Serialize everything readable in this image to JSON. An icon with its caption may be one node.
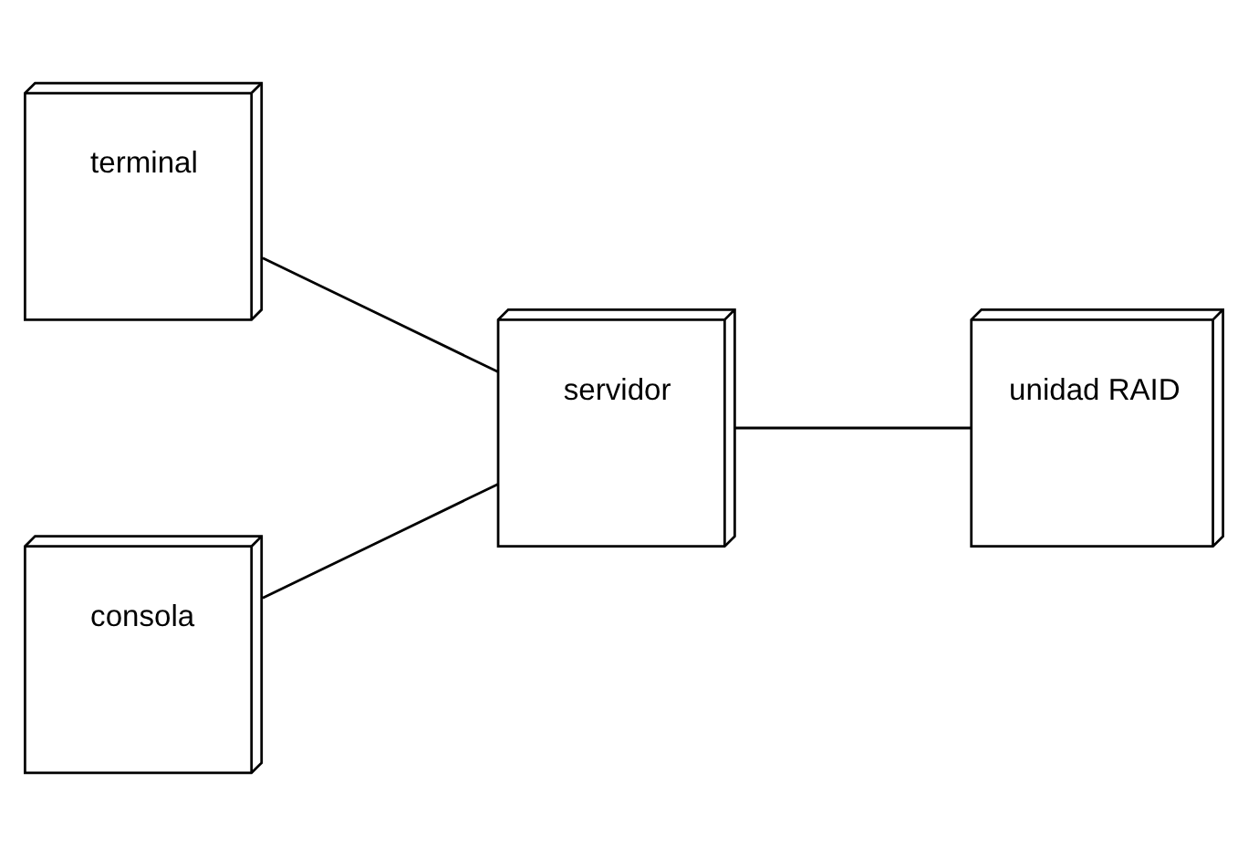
{
  "diagram": {
    "nodes": [
      {
        "text": [
          "terminal"
        ]
      },
      {
        "text": [
          "servidor"
        ]
      },
      {
        "text": [
          "unidad RAID"
        ]
      },
      {
        "text": [
          "consola"
        ]
      }
    ],
    "edges": [
      {
        "from": 0,
        "to": 1,
        "arrow": "none"
      },
      {
        "from": 1,
        "to": 2,
        "arrow": "none"
      },
      {
        "from": 3,
        "to": 1,
        "arrow": "none"
      }
    ]
  }
}
